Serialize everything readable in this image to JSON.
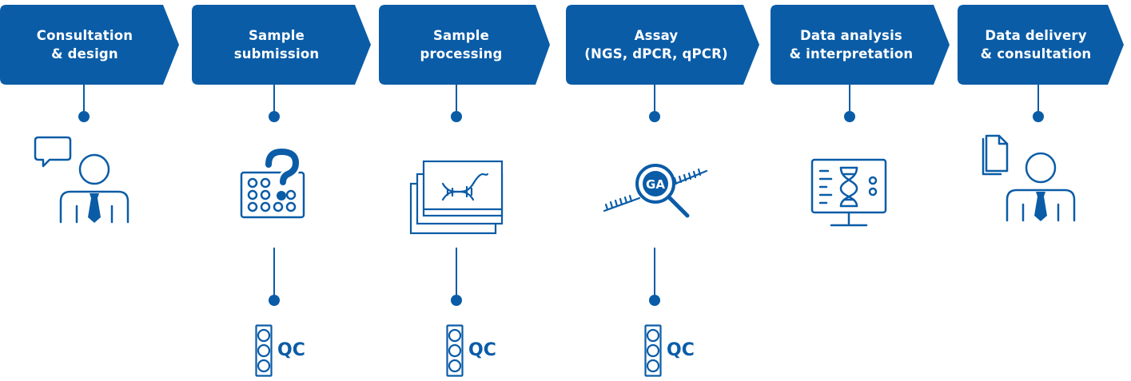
{
  "colors": {
    "primary": "#0a5ca7",
    "background": "#ffffff",
    "text_on_primary": "#ffffff"
  },
  "steps": [
    {
      "line1": "Consultation",
      "line2": "& design",
      "icon": "person-speech-bubble-icon",
      "has_qc": false
    },
    {
      "line1": "Sample",
      "line2": "submission",
      "icon": "sample-plate-question-icon",
      "has_qc": true
    },
    {
      "line1": "Sample",
      "line2": "processing",
      "icon": "dna-slides-icon",
      "has_qc": true
    },
    {
      "line1": "Assay",
      "line2": "(NGS, dPCR, qPCR)",
      "icon": "magnifier-sequence-icon",
      "has_qc": true
    },
    {
      "line1": "Data analysis",
      "line2": "& interpretation",
      "icon": "monitor-dna-icon",
      "has_qc": false
    },
    {
      "line1": "Data delivery",
      "line2": "& consultation",
      "icon": "person-document-icon",
      "has_qc": false
    }
  ],
  "qc_label": "QC",
  "assay_magnifier_text": "GA"
}
